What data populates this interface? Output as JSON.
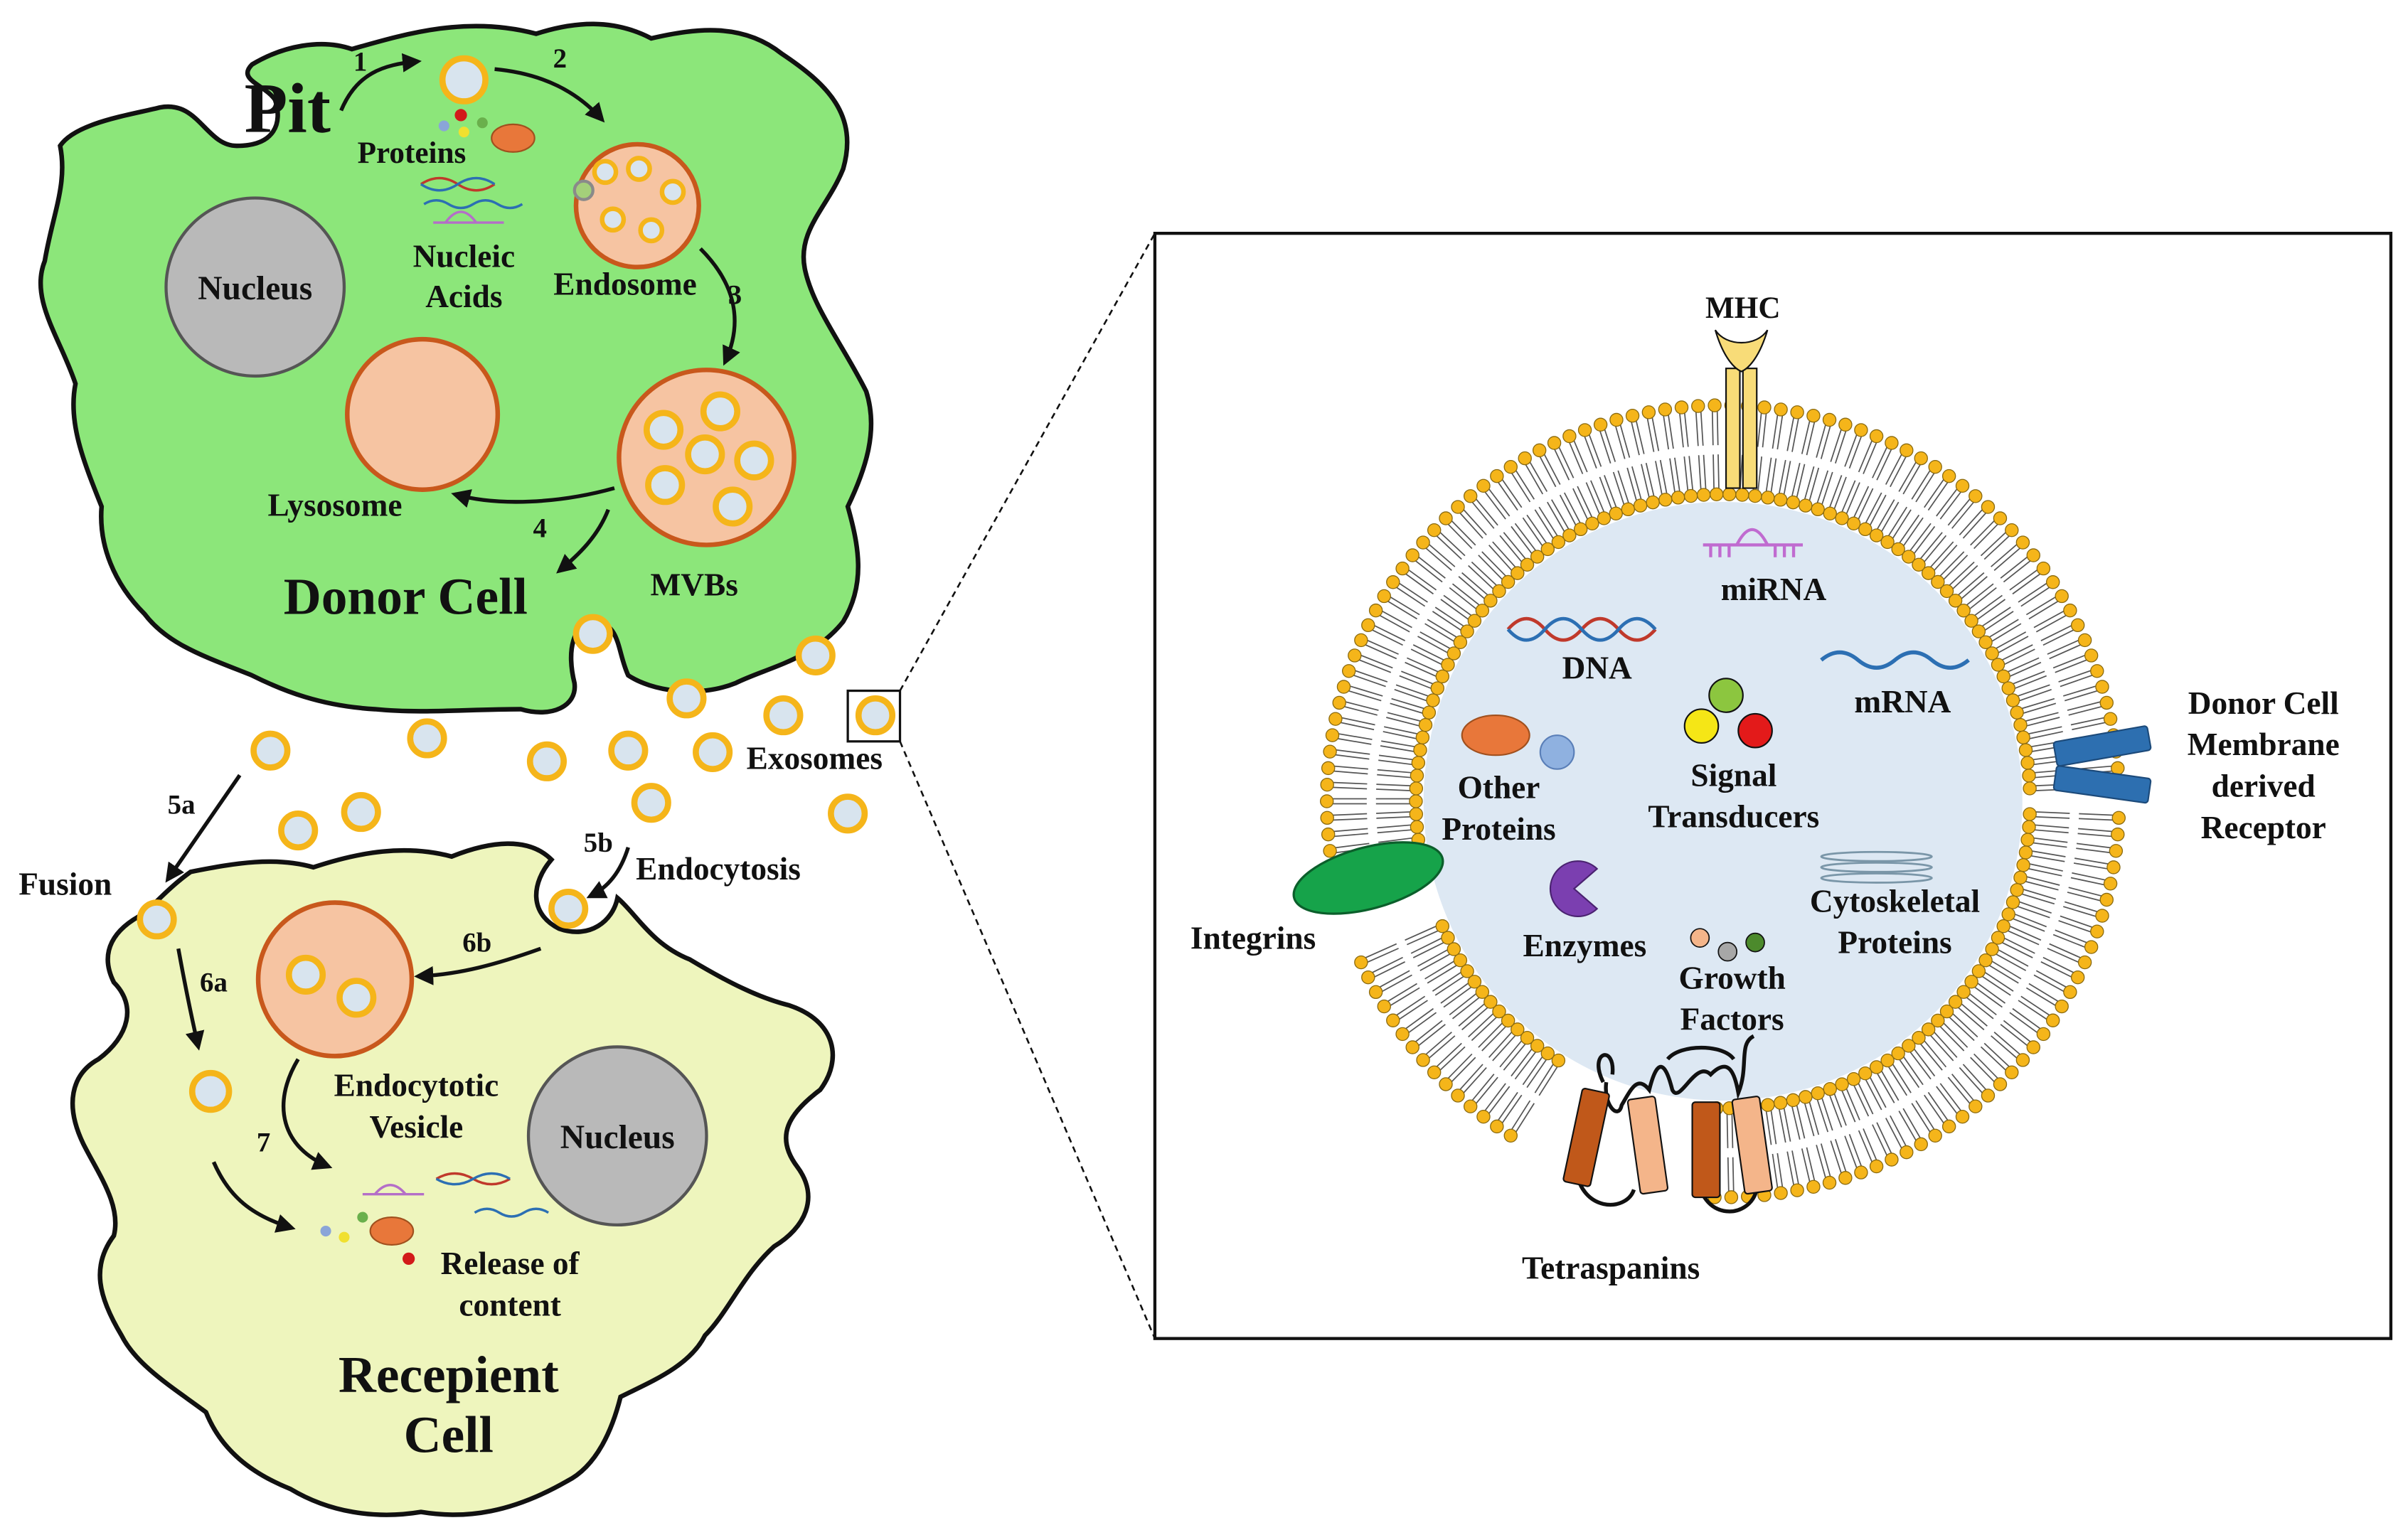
{
  "donor_cell": {
    "title": "Donor Cell",
    "pit": "Pit",
    "proteins": "Proteins",
    "nucleic_acids_line1": "Nucleic",
    "nucleic_acids_line2": "Acids",
    "nucleus": "Nucleus",
    "endosome": "Endosome",
    "lysosome": "Lysosome",
    "mvbs": "MVBs",
    "steps": [
      "1",
      "2",
      "3",
      "4"
    ]
  },
  "exosomes_label": "Exosomes",
  "uptake": {
    "step_5a": "5a",
    "fusion": "Fusion",
    "step_5b": "5b",
    "endocytosis": "Endocytosis",
    "step_6a": "6a",
    "step_6b": "6b",
    "step_7": "7"
  },
  "recipient_cell": {
    "title_line1": "Recepient",
    "title_line2": "Cell",
    "nucleus": "Nucleus",
    "vesicle_line1": "Endocytotic",
    "vesicle_line2": "Vesicle",
    "release_line1": "Release of",
    "release_line2": "content"
  },
  "exosome_detail": {
    "mhc": "MHC",
    "mirna": "miRNA",
    "dna": "DNA",
    "mrna": "mRNA",
    "signal_line1": "Signal",
    "signal_line2": "Transducers",
    "other_line1": "Other",
    "other_line2": "Proteins",
    "enzymes": "Enzymes",
    "growth_line1": "Growth",
    "growth_line2": "Factors",
    "cyto_line1": "Cytoskeletal",
    "cyto_line2": "Proteins",
    "integrins": "Integrins",
    "tetraspanins": "Tetraspanins",
    "receptor_line1": "Donor Cell",
    "receptor_line2": "Membrane",
    "receptor_line3": "derived",
    "receptor_line4": "Receptor"
  },
  "colors": {
    "donor_fill": "#8ce67a",
    "recipient_fill": "#eef5bd",
    "exosome_ring": "#f5b51a",
    "exosome_core": "#d8e4ee",
    "organelle_fill": "#f6c4a2",
    "organelle_ring": "#c8581c",
    "nucleus_fill": "#b9b9b9",
    "lumen_fill": "#dde8f3"
  }
}
